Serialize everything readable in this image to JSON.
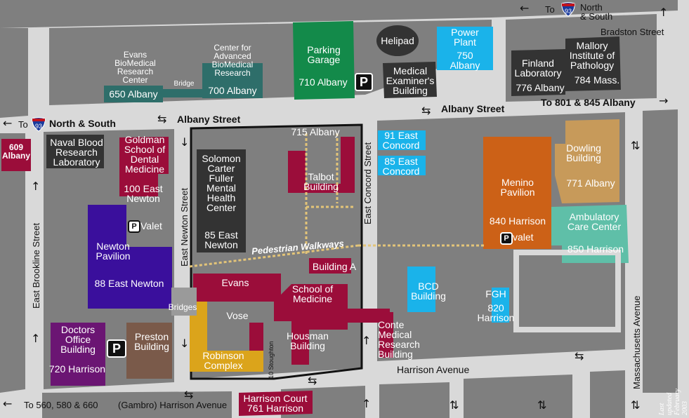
{
  "streets": {
    "albany_left": "Albany Street",
    "albany_right": "Albany Street",
    "harrison_ave": "Harrison Avenue",
    "harrison_bottom": "(Gambro) Harrison Avenue",
    "east_newton": "East Newton Street",
    "east_concord": "East Concord Street",
    "east_brookline": "East Brookline Street",
    "mass_ave": "Massachusetts Avenue",
    "bradston": "Bradston Street",
    "stoughton": "10 Stoughton"
  },
  "directions": {
    "top_right_to": "To",
    "top_right_ns": "North\n& South",
    "left_to": "To",
    "left_ns": "North & South",
    "to_801": "To 801 & 845 Albany",
    "to_560": "To 560, 580 & 660"
  },
  "shield_number": "93",
  "buildings": {
    "evans_biomed": "Evans\nBioMedical\nResearch\nCenter",
    "evans_biomed_addr": "650 Albany",
    "cabr": "Center for\nAdvanced\nBioMedical\nResearch",
    "cabr_addr": "700 Albany",
    "bridge": "Bridge",
    "parking_garage": "Parking\nGarage",
    "parking_addr": "710 Albany",
    "helipad": "Helipad",
    "med_examiner": "Medical\nExaminer's\nBuilding",
    "power_plant": "Power\nPlant",
    "power_addr": "750\nAlbany",
    "finland": "Finland\nLaboratory",
    "finland_addr": "776 Albany",
    "mallory": "Mallory\nInstitute of\nPathology",
    "mallory_addr": "784 Mass.",
    "albany_609": "609\nAlbany",
    "naval_blood": "Naval Blood\nResearch\nLaboratory",
    "goldman": "Goldman\nSchool of\nDental\nMedicine",
    "goldman_addr": "100 East\nNewton",
    "solomon": "Solomon\nCarter\nFuller\nMental\nHealth\nCenter",
    "solomon_addr": "85 East\nNewton",
    "albany_715": "715 Albany",
    "talbot": "Talbot\nBuilding",
    "concord_91": "91 East\nConcord",
    "concord_85": "85 East\nConcord",
    "menino": "Menino\nPavilion",
    "menino_addr": "840 Harrison",
    "valet_right": "valet",
    "dowling": "Dowling\nBuilding",
    "dowling_addr": "771 Albany",
    "ambulatory": "Ambulatory\nCare Center",
    "ambulatory_addr": "850 Harrison",
    "newton_pavilion": "Newton\nPavilion",
    "newton_addr": "88 East Newton",
    "valet_left": "Valet",
    "pedestrian": "Pedestrian Walkways",
    "building_a": "Building A",
    "evans": "Evans",
    "school_med": "School of\nMedicine",
    "bridges": "Bridges",
    "vose": "Vose",
    "bcd": "BCD\nBuilding",
    "fgh": "FGH",
    "fgh_addr": "820\nHarrison",
    "doctors_office": "Doctors\nOffice\nBuilding",
    "doctors_addr": "720 Harrison",
    "preston": "Preston\nBuilding",
    "robinson": "Robinson\nComplex",
    "housman": "Housman\nBuilding",
    "conte": "Conte\nMedical\nResearch\nBuilding",
    "harrison_court": "Harrison Court",
    "harrison_court_addr": "761 Harrison"
  },
  "parking_symbol": "P",
  "last_updated": "Last updated\nFebruary 2003",
  "colors": {
    "teal": "#2e6e6a",
    "green": "#138a4a",
    "cyan": "#1ab3ea",
    "maroon": "#9b0d3a",
    "purple_blue": "#3a0f9c",
    "purple": "#6b1573",
    "orange": "#cc6117",
    "tan": "#c79a5a",
    "seafoam": "#5fbfa8",
    "gold": "#dba41b",
    "brown": "#7a5a4a",
    "charcoal": "#333333",
    "street": "#d9d9d9",
    "block": "#7f7f7f",
    "walkway": "#e3c478"
  }
}
